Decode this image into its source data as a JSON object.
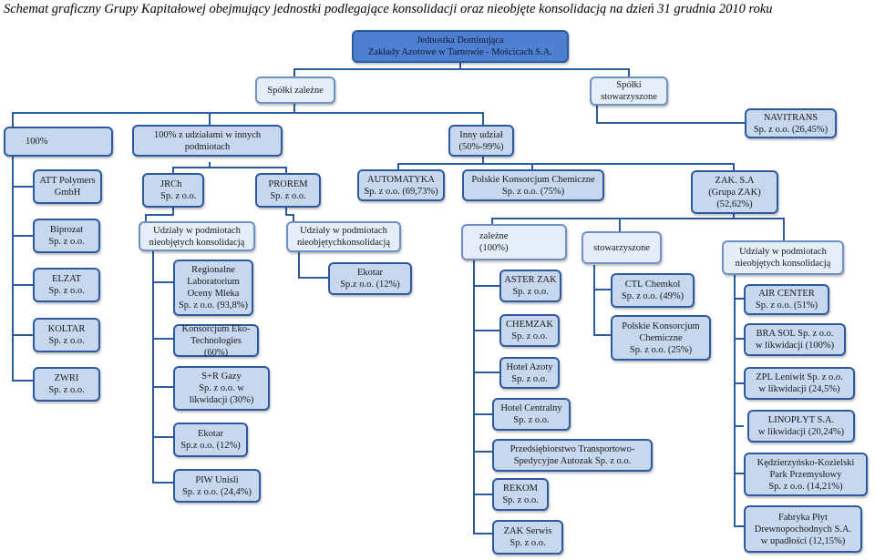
{
  "title": "Schemat graficzny Grupy Kapitałowej obejmujący jednostki podlegające konsolidacji oraz nieobjęte konsolidacją na dzień 31 grudnia 2010 roku",
  "nodes": {
    "root": "Jednostka Dominująca\nZakłady Azotowe w Tarnowie - Mościcach S.A.",
    "spolki_zalezne": "Spółki zależne",
    "spolki_stowarzyszone": "Spółki\nstowarzyszone",
    "navitrans": "NAVITRANS\nSp. z o.o. (26,45%)",
    "g100": "100%",
    "g100_udzialy": "100% z udziałami w innych\npodmiotach",
    "inny_udzial": "Inny udział\n(50%-99%)",
    "att": "ATT Polymers\nGmbH",
    "biprozat": "Biprozat\nSp. z o.o.",
    "elzat": "ELZAT\nSp. z o.o.",
    "koltar": "KOLTAR\nSp. z o.o.",
    "zwri": "ZWRI\nSp. z o.o.",
    "jrch": "JRCh\nSp. z o.o.",
    "prorem": "PROREM\nSp. z o.o.",
    "jrch_udzialy": "Udziały w podmiotach\nnieobjętych konsolidacją",
    "prorem_udzialy": "Udziały w podmiotach\nnieobjętychkonsolidacją",
    "rlom": "Regionalne\nLaboratorium\nOceny Mleka\nSp. z o.o. (93,8%)",
    "eko_tech": "Konsorcjum Eko-\nTechnologies (60%)",
    "sr_gazy": "S+R Gazy\nSp. z o.o. w\nlikwidacji (30%)",
    "ekotar1": "Ekotar\nSp.z o.o. (12%)",
    "piw": "PIW Unisli\nSp. z o.o. (24,4%)",
    "ekotar2": "Ekotar\nSp.z o.o. (12%)",
    "automatyka": "AUTOMATYKA\nSp. z o.o. (69,73%)",
    "pkc": "Polskie Konsorcjum Chemiczne\nSp. z o.o. (75%)",
    "zak": "ZAK. S.A\n(Grupa ZAK)\n(52,62%)",
    "zalezne": "zależne\n(100%)",
    "stowarzyszone": "stowarzyszone",
    "zak_udzialy": "Udziały w podmiotach\nnieobjętych konsolidacją",
    "aster": "ASTER ZAK\nSp. z o.o.",
    "chemzak": "CHEMZAK\nSp. z o.o.",
    "hotel_azoty": "Hotel Azoty\nSp. z o.o.",
    "hotel_centralny": "Hotel Centralny\nSp. z o.o.",
    "autozak": "Przedsiębiorstwo Transportowo-\nSpedycyjne Autozak Sp. z o.o.",
    "rekom": "REKOM\nSp. z o.o.",
    "zak_serwis": "ZAK Serwis\nSp. z o.o.",
    "ctl": "CTL Chemkol\nSp. z o.o. (49%)",
    "pkc2": "Polskie Konsorcjum\nChemiczne\nSp. z o.o. (25%)",
    "air_center": "AIR CENTER\nSp. z o.o. (51%)",
    "bra_sol": "BRA SOL Sp. z o.o.\nw likwidacji (100%)",
    "zpl": "ZPL Leniwit Sp. z o.o.\nw likwidacji (24,5%)",
    "linopyt": "LINOPŁYT S.A.\nw likwidacji (20,24%)",
    "kpp": "Kędzierzyńsko-Kozielski\nPark Przemysłowy\nSp. z o.o. (14,21%)",
    "fpd": "Fabryka Płyt\nDrewnopochodnych S.A.\nw upadłości (12,15%)"
  },
  "colors": {
    "line": "#2c5aa0",
    "box_fill": "#c6d7ee",
    "box_light": "#e4edf8",
    "root_fill": "#4f7fd0"
  }
}
